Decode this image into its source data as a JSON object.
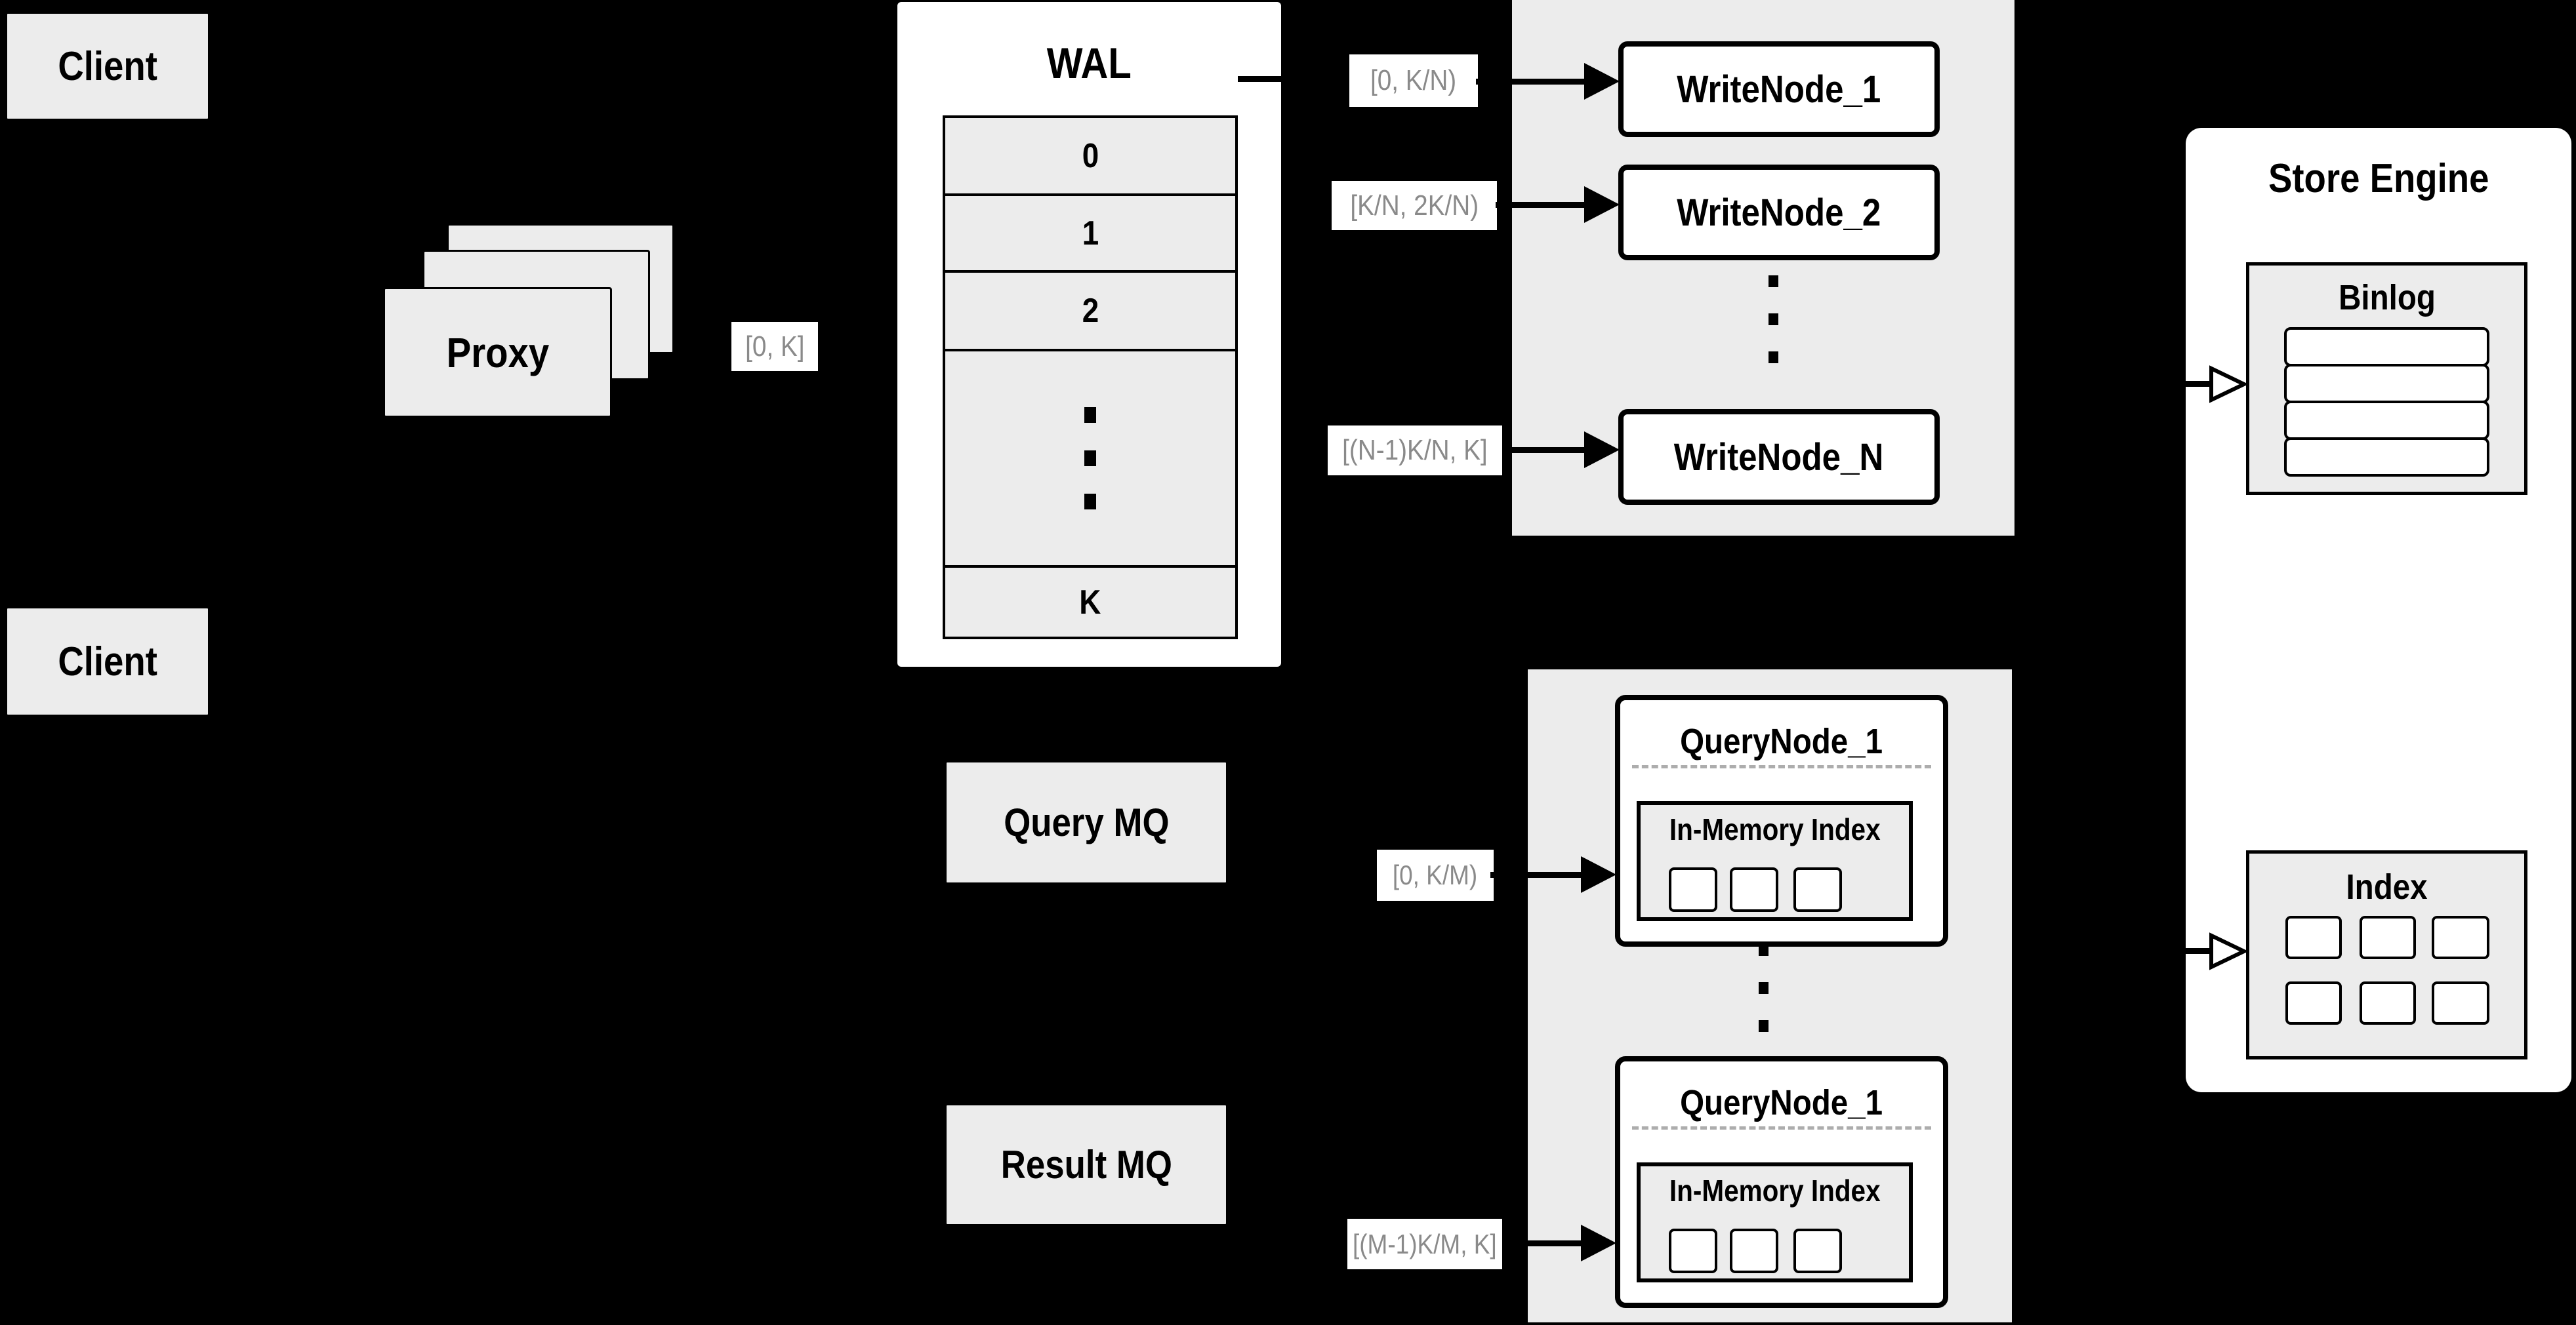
{
  "palette": {
    "background": "#000000",
    "box_gray": "#ececec",
    "node_white": "#ffffff",
    "line_black": "#000000",
    "muted_label_text": "#8a8a8a",
    "dash_gray": "#adadad"
  },
  "clients": {
    "top": "Client",
    "bottom": "Client"
  },
  "proxy": {
    "label": "Proxy"
  },
  "wal": {
    "title": "WAL",
    "segments": [
      "0",
      "1",
      "2",
      "K"
    ]
  },
  "range_labels": {
    "proxy": "[0, K]",
    "write_1": "[0, K/N)",
    "write_2": "[K/N, 2K/N)",
    "write_n": "[(N-1)K/N, K]",
    "query_1": "[0, K/M)",
    "query_m": "[(M-1)K/M, K]"
  },
  "write_cluster": {
    "nodes": [
      "WriteNode_1",
      "WriteNode_2",
      "WriteNode_N"
    ]
  },
  "query_cluster": {
    "nodes": [
      {
        "title": "QueryNode_1",
        "index_title": "In-Memory Index"
      },
      {
        "title": "QueryNode_1",
        "index_title": "In-Memory Index"
      }
    ]
  },
  "store_engine": {
    "title": "Store Engine",
    "binlog_title": "Binlog",
    "index_title": "Index"
  },
  "mq": {
    "query": "Query MQ",
    "result": "Result MQ"
  }
}
